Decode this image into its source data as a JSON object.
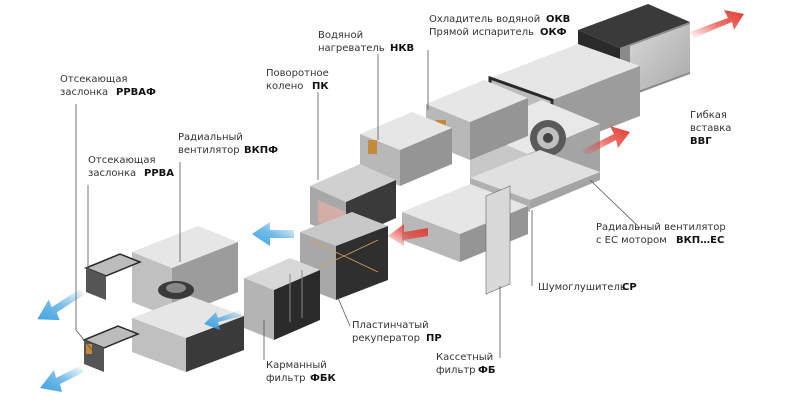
{
  "labels": {
    "rrvaf": {
      "line1": "Отсекающая",
      "line2": "заслонка",
      "code": "РРВАФ"
    },
    "rrva": {
      "line1": "Отсекающая",
      "line2": "заслонка",
      "code": "РРВА"
    },
    "vkpf": {
      "line1": "Радиальный",
      "line2": "вентилятор",
      "code": "ВКПФ"
    },
    "pk": {
      "line1": "Поворотное",
      "line2": "колено",
      "code": "ПК"
    },
    "nkv": {
      "line1": "Водяной",
      "line2": "нагреватель",
      "code": "НКВ"
    },
    "okv": {
      "line1": "Охладитель водяной",
      "code": "ОКВ"
    },
    "okf": {
      "line1": "Прямой испаритель",
      "code": "ОКФ"
    },
    "vvg": {
      "line1": "Гибкая",
      "line2": "вставка",
      "code": "ВВГ"
    },
    "vkp_ec": {
      "line1": "Радиальный вентилятор",
      "line2": "с ЕС мотором",
      "code": "ВКП…ЕС"
    },
    "sr": {
      "line1": "Шумоглушитель",
      "code": "СР"
    },
    "pr": {
      "line1": "Пластинчатый",
      "line2": "рекуператор",
      "code": "ПР"
    },
    "fb": {
      "line1": "Кассетный",
      "line2": "фильтр",
      "code": "ФБ"
    },
    "fbk": {
      "line1": "Карманный",
      "line2": "фильтр",
      "code": "ФБК"
    }
  },
  "colors": {
    "housing_front": "#c4c4c4",
    "housing_top": "#e6e6e6",
    "housing_dark": "#3a3a3a",
    "flange": "#2a2a2a",
    "arrow_blue": "#3aa0e0",
    "arrow_red": "#e23a30"
  }
}
